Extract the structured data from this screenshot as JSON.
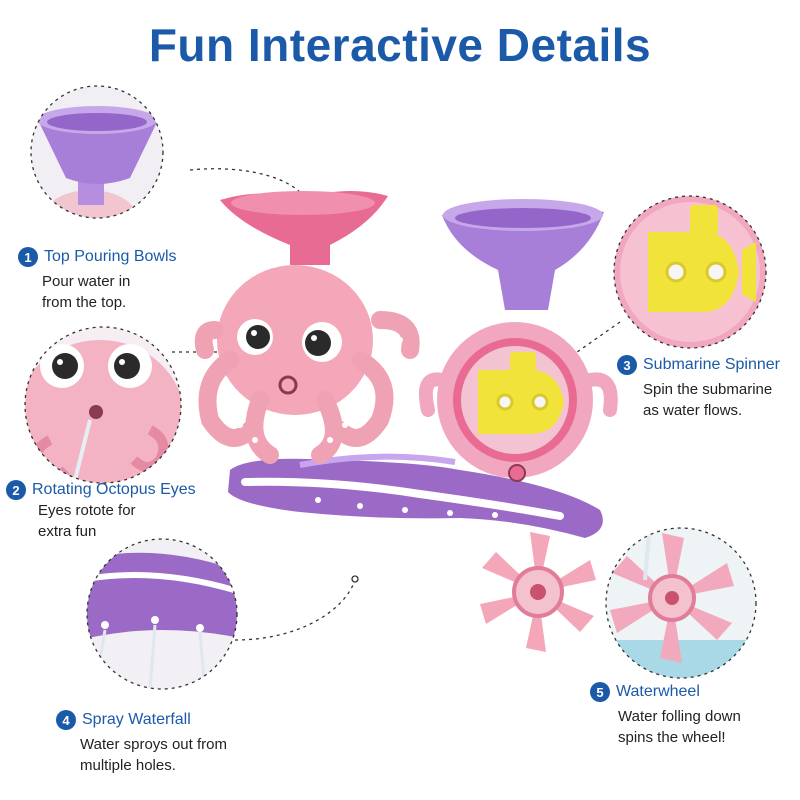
{
  "title": "Fun Interactive Details",
  "colors": {
    "title_blue": "#1b5aa8",
    "pink": "#f3a7b9",
    "hot_pink": "#e86b94",
    "purple": "#9b6ac7",
    "lavender": "#b58ee0",
    "yellow": "#f2e33a"
  },
  "callouts": [
    {
      "number": "1",
      "title": "Top Pouring Bowls",
      "lines": [
        "Pour water in",
        "from the top."
      ],
      "icon": "pouring-bowl-icon"
    },
    {
      "number": "2",
      "title": "Rotating Octopus Eyes",
      "lines": [
        "Eyes rototе for",
        "extra fun"
      ],
      "icon": "octopus-eyes-icon"
    },
    {
      "number": "3",
      "title": "Submarine Spinner",
      "lines": [
        "Spin the submarine",
        "as water flows."
      ],
      "icon": "submarine-icon"
    },
    {
      "number": "4",
      "title": "Spray Waterfall",
      "lines": [
        "Water sproys out from",
        "multiple holes."
      ],
      "icon": "waterfall-icon"
    },
    {
      "number": "5",
      "title": "Waterwheel",
      "lines": [
        "Water folling down",
        "spins the wheel!"
      ],
      "icon": "waterwheel-icon"
    }
  ]
}
